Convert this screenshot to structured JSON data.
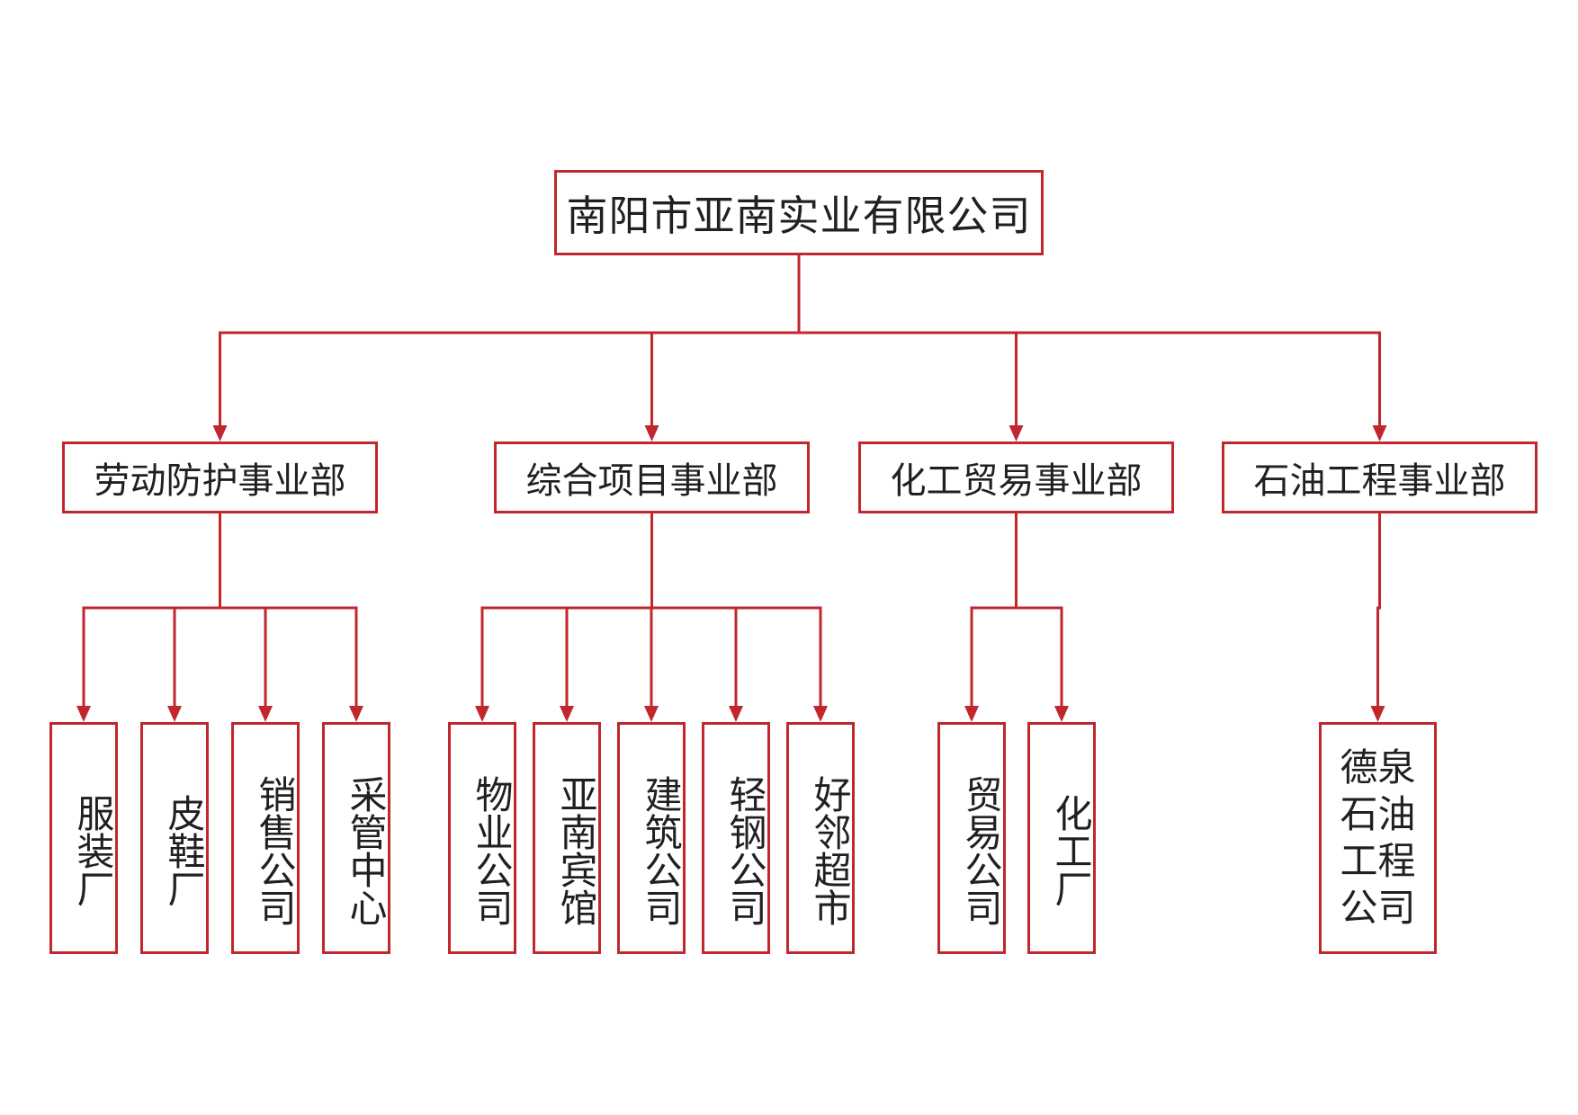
{
  "root": {
    "label": "南阳市亚南实业有限公司"
  },
  "departments": [
    {
      "label": "劳动防护事业部",
      "units": [
        "服装厂",
        "皮鞋厂",
        "销售公司",
        "采管中心"
      ]
    },
    {
      "label": "综合项目事业部",
      "units": [
        "物业公司",
        "亚南宾馆",
        "建筑公司",
        "轻钢公司",
        "好邻超市"
      ]
    },
    {
      "label": "化工贸易事业部",
      "units": [
        "贸易公司",
        "化工厂"
      ]
    },
    {
      "label": "石油工程事业部",
      "units": [
        "德泉\n石油\n工程\n公司"
      ]
    }
  ],
  "colors": {
    "line": "#c1272d",
    "text": "#231f20",
    "background": "#ffffff"
  },
  "icons": [
    "arrow-down-icon"
  ]
}
